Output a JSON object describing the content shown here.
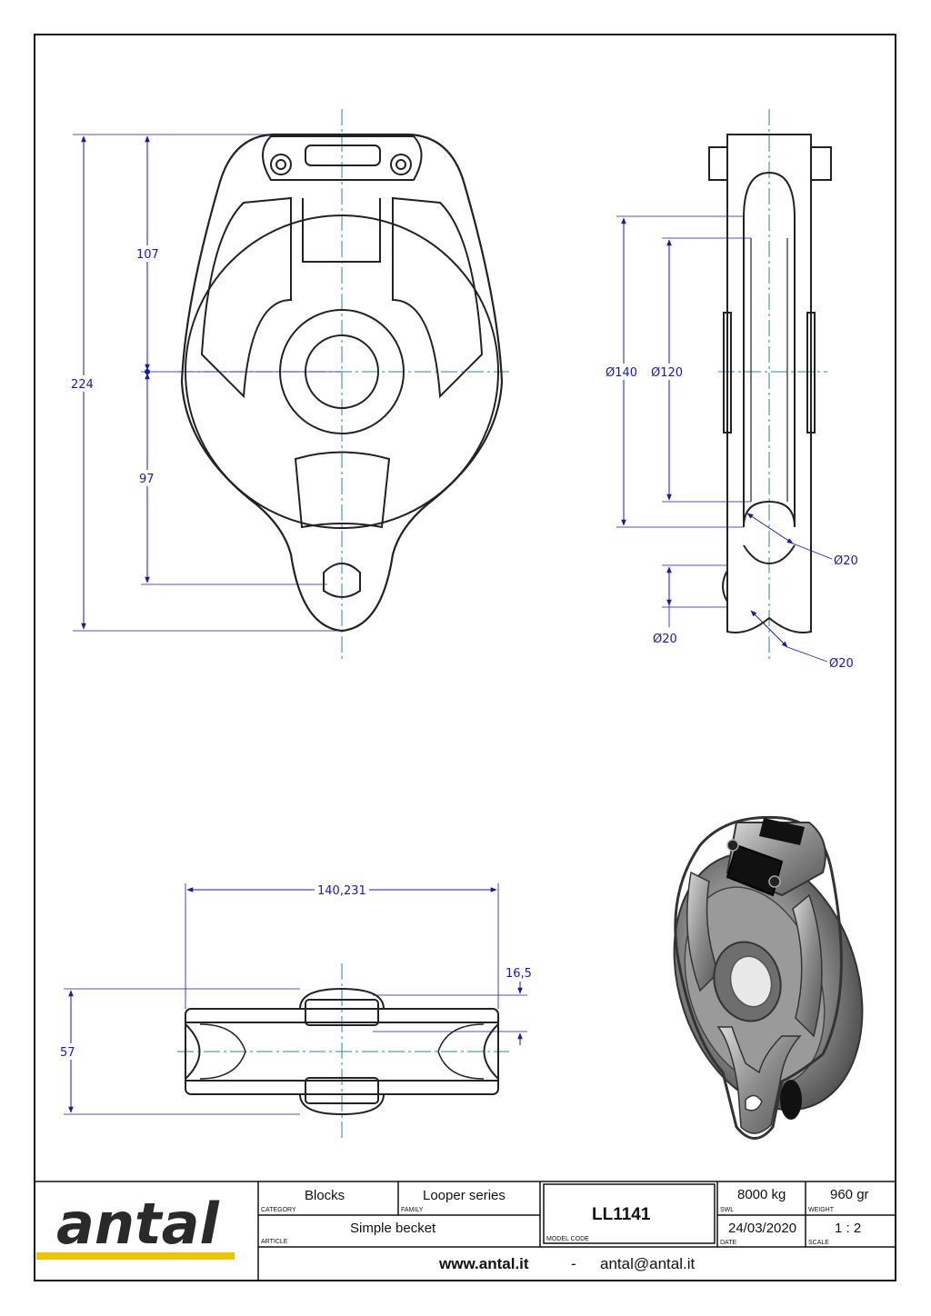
{
  "drawing": {
    "dimensions": {
      "front_top": "107",
      "front_total": "224",
      "front_bottom": "97",
      "side_outer_dia": "Ø140",
      "side_inner_dia": "Ø120",
      "side_groove_dia": "Ø20",
      "side_becket_dia": "Ø20",
      "side_bottom_dia": "Ø20",
      "top_width": "140,231",
      "top_offset": "16,5",
      "top_height": "57"
    }
  },
  "title_block": {
    "brand": "antal",
    "category_value": "Blocks",
    "category_label": "CATEGORY",
    "family_value": "Looper series",
    "family_label": "FAMILY",
    "article_value": "Simple becket",
    "article_label": "ARTICLE",
    "model_code_value": "LL1141",
    "model_code_label": "MODEL CODE",
    "swl_value": "8000 kg",
    "swl_label": "SWL",
    "weight_value": "960 gr",
    "weight_label": "WEIGHT",
    "date_value": "24/03/2020",
    "date_label": "DATE",
    "scale_value": "1 : 2",
    "scale_label": "SCALE",
    "website": "www.antal.it",
    "separator": "-",
    "email": "antal@antal.it"
  },
  "colors": {
    "dimension": "#1a1aa6",
    "centerline": "#2a8a8a",
    "outline": "#222222",
    "logo_bar": "#f2c200"
  }
}
